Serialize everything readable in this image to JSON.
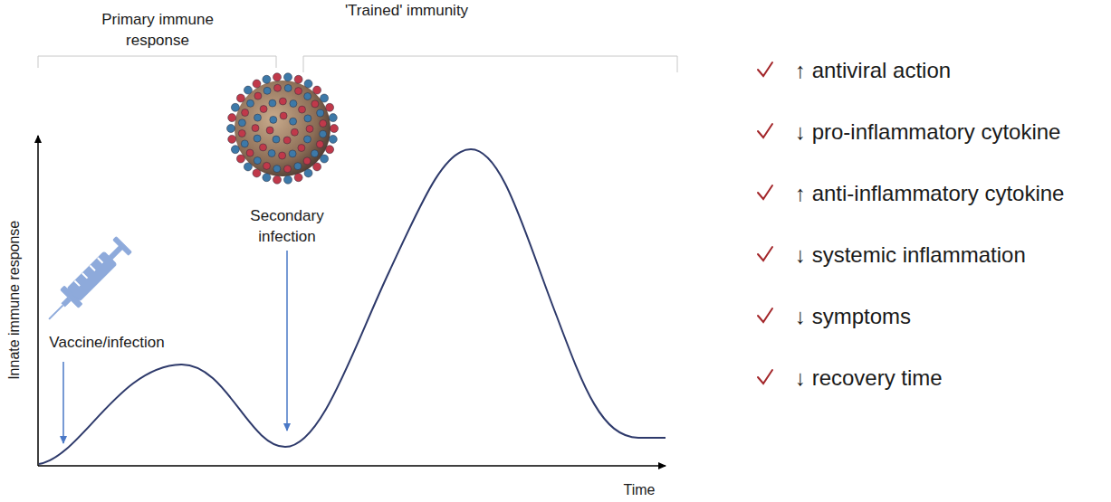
{
  "diagram": {
    "labels": [
      "Primary immune response",
      "'Trained' immunity",
      "Secondary infection",
      "Vaccine/infection",
      "Innate immune response",
      "Time",
      "↑ antiviral action",
      "↓ pro-inflammatory cytokine",
      "↑ anti-inflammatory cytokine",
      "↓ systemic inflammation",
      "↓ symptoms",
      "↓ recovery time"
    ]
  }
}
